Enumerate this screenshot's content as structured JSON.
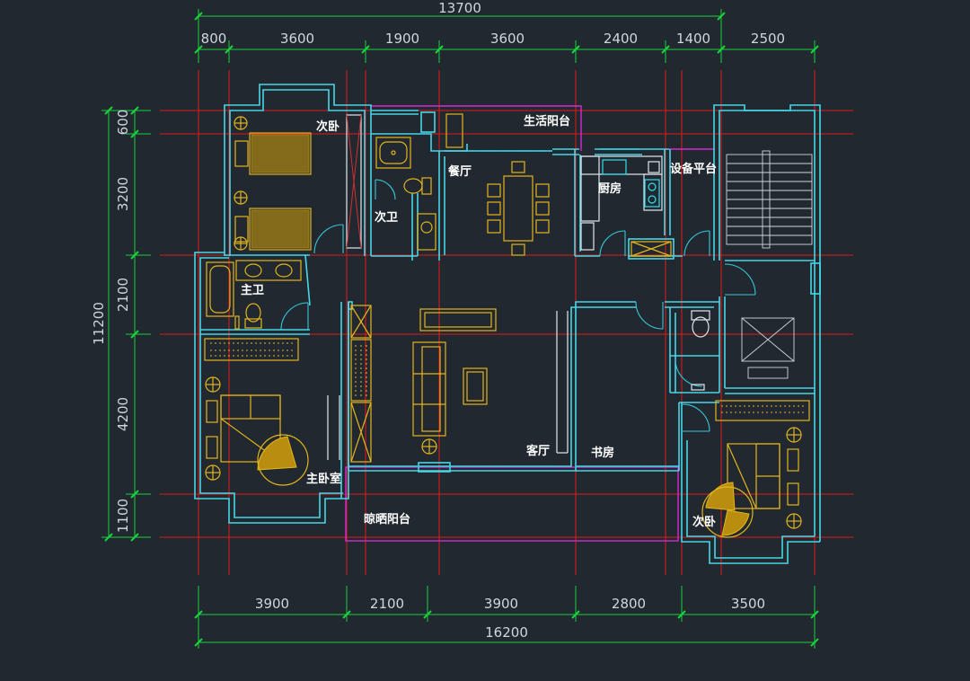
{
  "dimensions": {
    "top_total": "13700",
    "top_segments": [
      "800",
      "3600",
      "1900",
      "3600",
      "2400",
      "1400",
      "2500"
    ],
    "bottom_segments": [
      "3900",
      "2100",
      "3900",
      "2800",
      "3500"
    ],
    "bottom_total": "16200",
    "left_segments": [
      "600",
      "3200",
      "2100",
      "4200",
      "1100"
    ],
    "left_total": "11200"
  },
  "rooms": {
    "second_bedroom_top": "次卧",
    "living_balcony": "生活阳台",
    "second_bathroom": "次卫",
    "dining_room": "餐厅",
    "kitchen": "厨房",
    "equipment_platform": "设备平台",
    "master_bathroom": "主卫",
    "living_room": "客厅",
    "study": "书房",
    "master_bedroom": "主卧室",
    "drying_balcony": "晾晒阳台",
    "second_bedroom_bottom": "次卧"
  },
  "colors": {
    "background": "#212830",
    "dimension_lines": "#19d23c",
    "axis_lines": "#e01a1a",
    "walls": "#49d6e6",
    "balcony_outline": "#d22ad2",
    "furniture": "#e3b51c",
    "labels": "#ffffff"
  }
}
